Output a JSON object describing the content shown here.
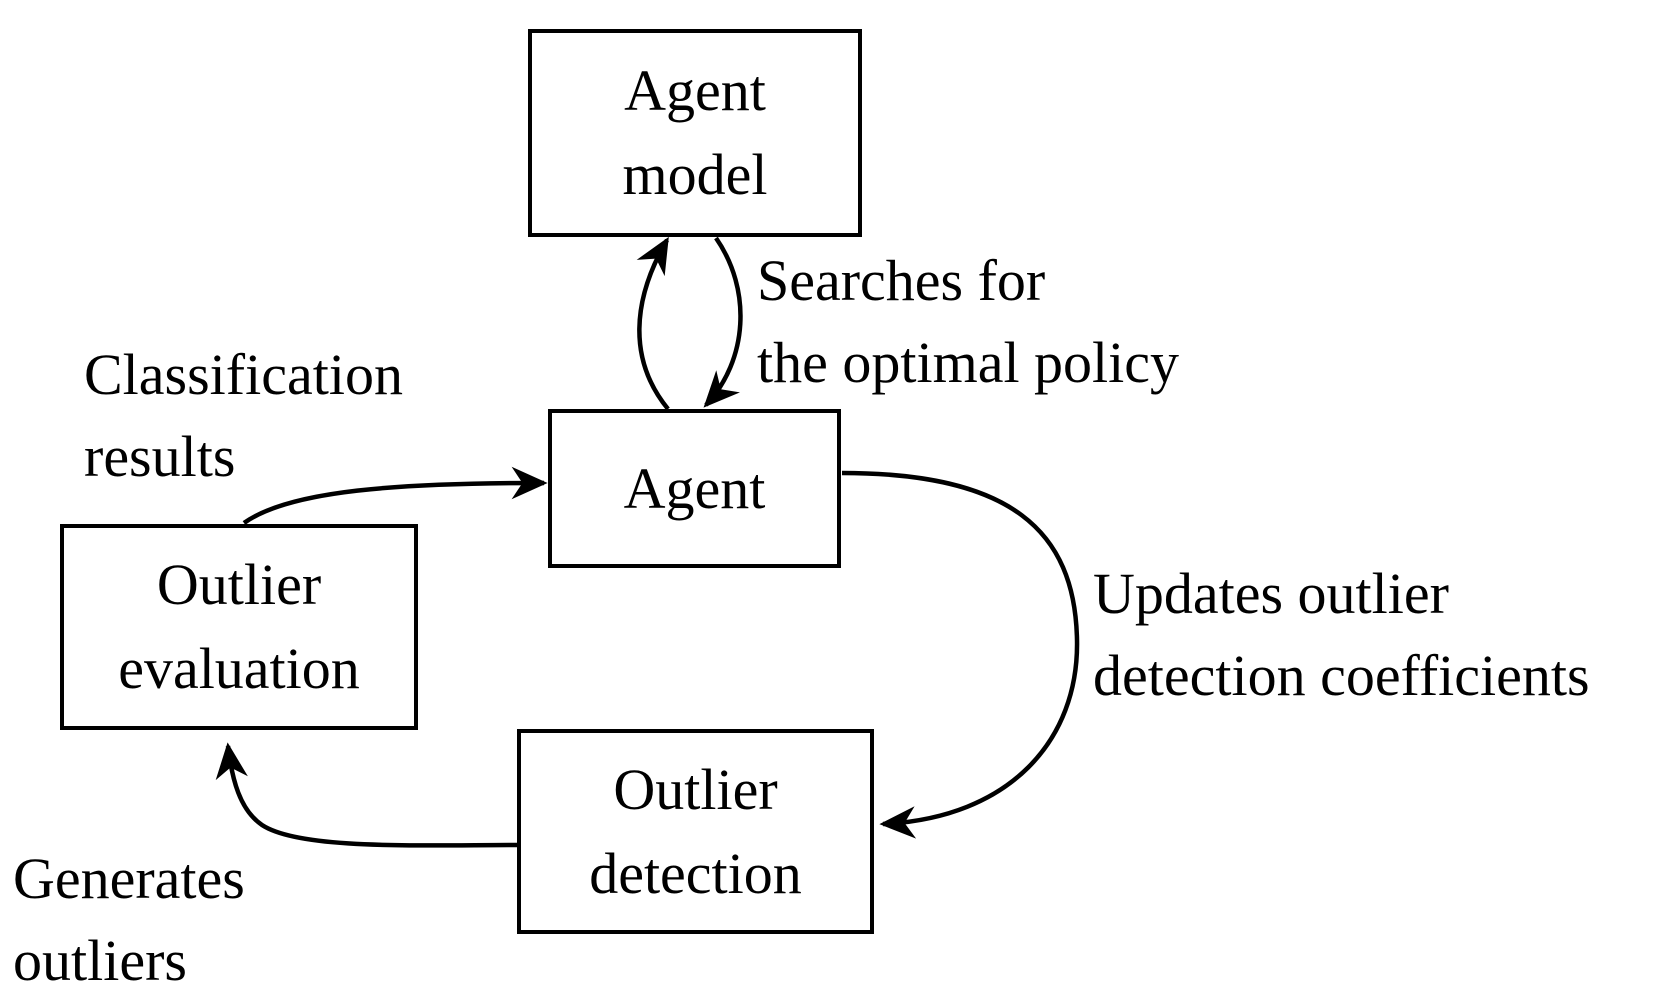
{
  "nodes": {
    "agent_model": {
      "lines": [
        "Agent",
        "model"
      ]
    },
    "agent": {
      "lines": [
        "Agent"
      ]
    },
    "outlier_evaluation": {
      "lines": [
        "Outlier",
        "evaluation"
      ]
    },
    "outlier_detection": {
      "lines": [
        "Outlier",
        "detection"
      ]
    }
  },
  "edges": {
    "searches_policy": {
      "lines": [
        "Searches for",
        "the optimal policy"
      ]
    },
    "classification_results": {
      "lines": [
        "Classification",
        "results"
      ]
    },
    "updates_coefficients": {
      "lines": [
        "Updates outlier",
        "detection coefficients"
      ]
    },
    "generates_outliers": {
      "lines": [
        "Generates",
        "outliers"
      ]
    }
  },
  "colors": {
    "stroke": "#000000",
    "background": "#ffffff"
  }
}
